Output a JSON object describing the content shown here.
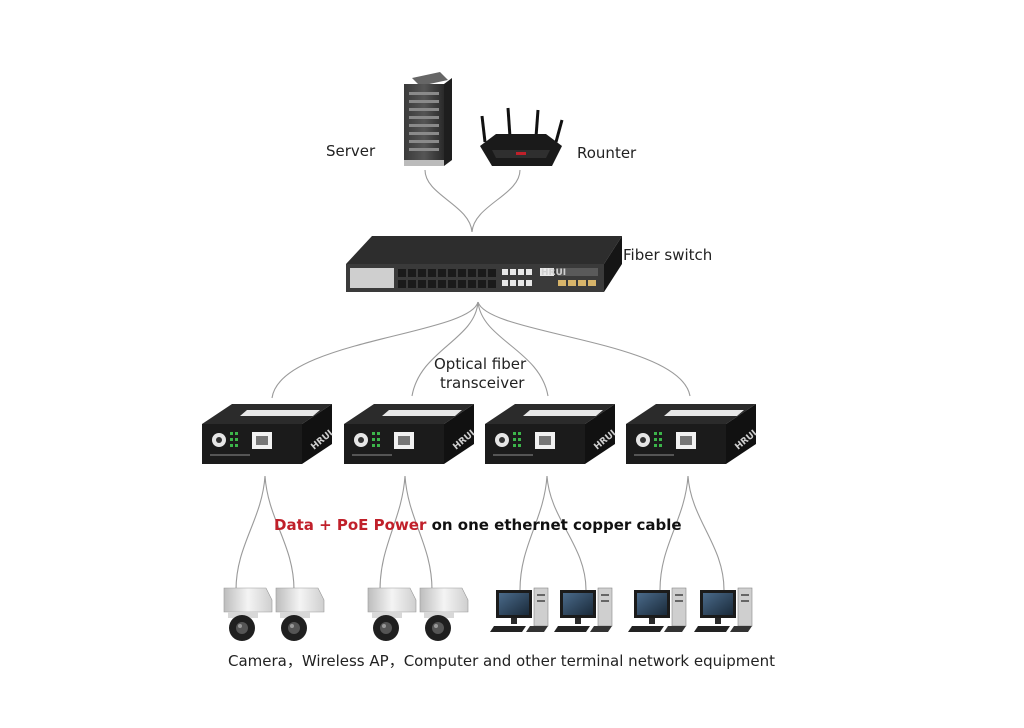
{
  "labels": {
    "server": "Server",
    "router": "Rounter",
    "switch": "Fiber switch",
    "transceiver_line1": "Optical fiber",
    "transceiver_line2": "transceiver",
    "headline_highlight": "Data + PoE Power",
    "headline_rest": " on one ethernet copper cable",
    "footer": "Camera，Wireless AP，Computer and other terminal network equipment"
  },
  "transceivers": [
    {
      "brand": "HRUI"
    },
    {
      "brand": "HRUI"
    },
    {
      "brand": "HRUI"
    },
    {
      "brand": "HRUI"
    }
  ],
  "switch_brand": "HRUI",
  "colors": {
    "highlight": "#c0202a",
    "headline": "#111111",
    "device_black": "#1b1b1b",
    "wire": "#9a9a9a"
  }
}
